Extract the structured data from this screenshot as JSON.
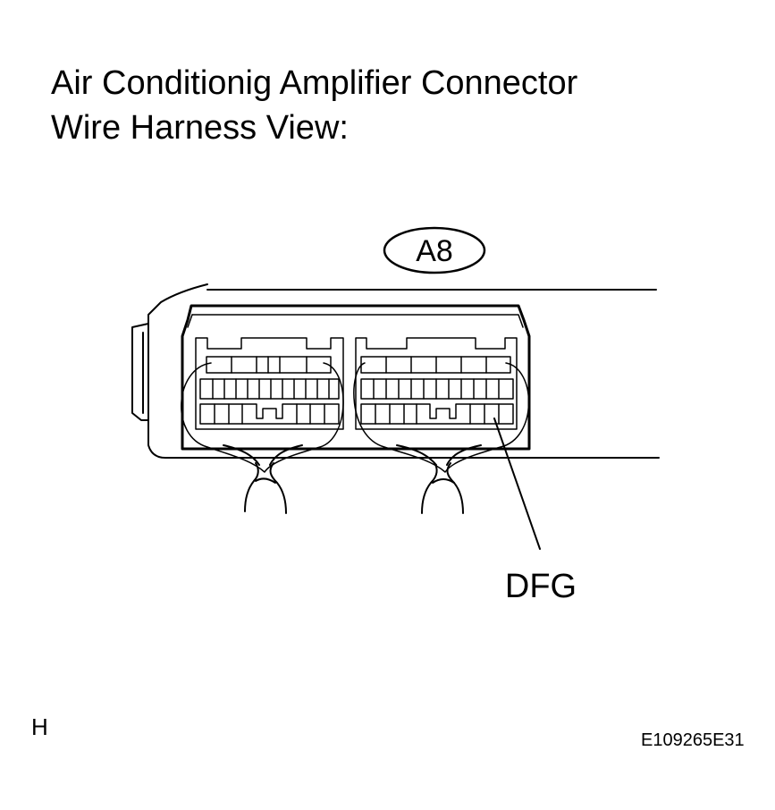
{
  "title_line1": "Air Conditionig Amplifier Connector",
  "title_line2": "Wire Harness View:",
  "connector_id": "A8",
  "terminal_label": "DFG",
  "corner_letter": "H",
  "figure_code": "E109265E31"
}
